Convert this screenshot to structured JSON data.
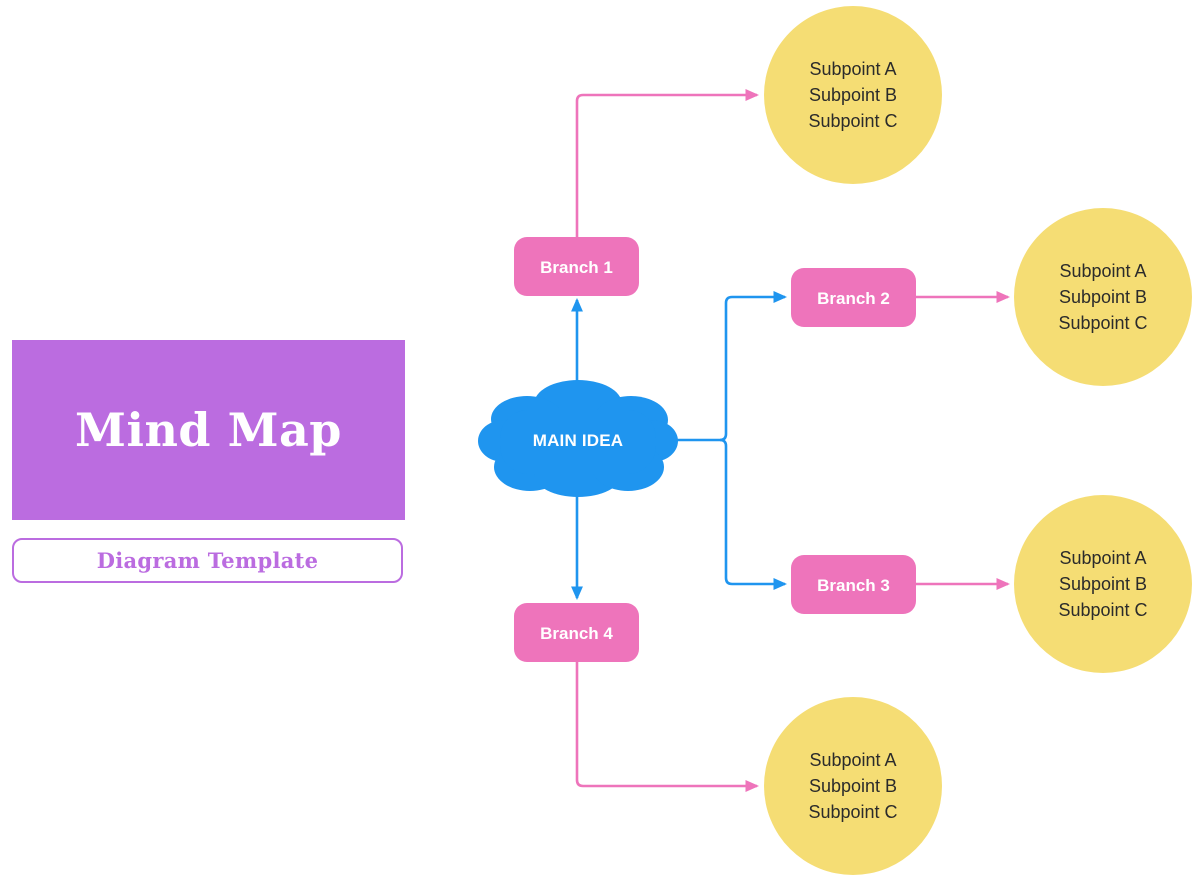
{
  "title_block": {
    "title": "Mind Map",
    "subtitle": "Diagram Template"
  },
  "colors": {
    "purple": "#BB6CE0",
    "pink": "#EE74BB",
    "blue": "#1F95EF",
    "yellow": "#F5DD74",
    "white": "#FFFFFF",
    "text_dark": "#2B2B2B",
    "background": "#FFFFFF"
  },
  "diagram": {
    "center": {
      "label": "MAIN IDEA",
      "shape": "cloud-shape",
      "color": "#1F95EF"
    },
    "branches": [
      {
        "id": "branch-1",
        "label": "Branch 1",
        "connector_from_center": "blue-arrow-up",
        "subpoints": [
          "Subpoint A",
          "Subpoint B",
          "Subpoint C"
        ],
        "subpoint_connector": "pink-arrow"
      },
      {
        "id": "branch-2",
        "label": "Branch 2",
        "connector_from_center": "blue-arrow-right-up",
        "subpoints": [
          "Subpoint A",
          "Subpoint B",
          "Subpoint C"
        ],
        "subpoint_connector": "pink-arrow"
      },
      {
        "id": "branch-3",
        "label": "Branch 3",
        "connector_from_center": "blue-arrow-right-down",
        "subpoints": [
          "Subpoint A",
          "Subpoint B",
          "Subpoint C"
        ],
        "subpoint_connector": "pink-arrow"
      },
      {
        "id": "branch-4",
        "label": "Branch 4",
        "connector_from_center": "blue-arrow-down",
        "subpoints": [
          "Subpoint A",
          "Subpoint B",
          "Subpoint C"
        ],
        "subpoint_connector": "pink-arrow"
      }
    ]
  }
}
